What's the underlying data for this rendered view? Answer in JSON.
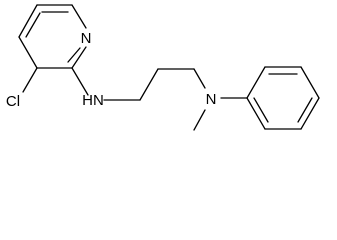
{
  "molecule": {
    "labels": {
      "pyridine_nitrogen": "N",
      "chlorine": "Cl",
      "amine_nh": "HN",
      "tertiary_amine": "N"
    }
  }
}
